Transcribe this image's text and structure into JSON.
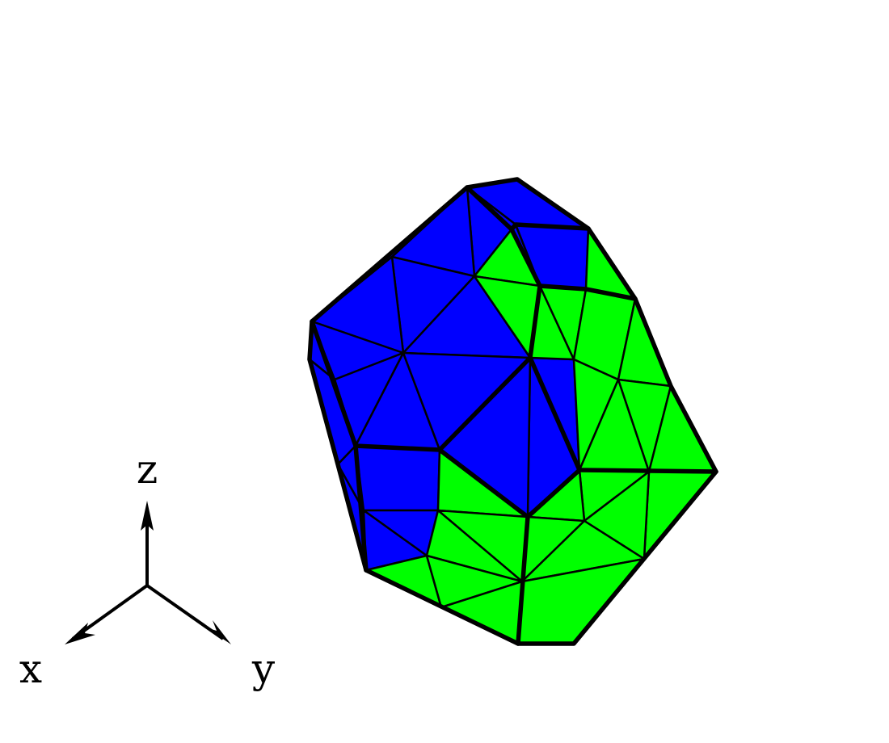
{
  "colors": {
    "blue_region": "#0000FF",
    "green_region": "#00FF00",
    "edge": "#000000",
    "background": "#FFFFFF"
  },
  "axes_triad": {
    "x_label": "x",
    "y_label": "y",
    "z_label": "z"
  },
  "mesh": {
    "regions": [
      "blue",
      "green"
    ]
  }
}
